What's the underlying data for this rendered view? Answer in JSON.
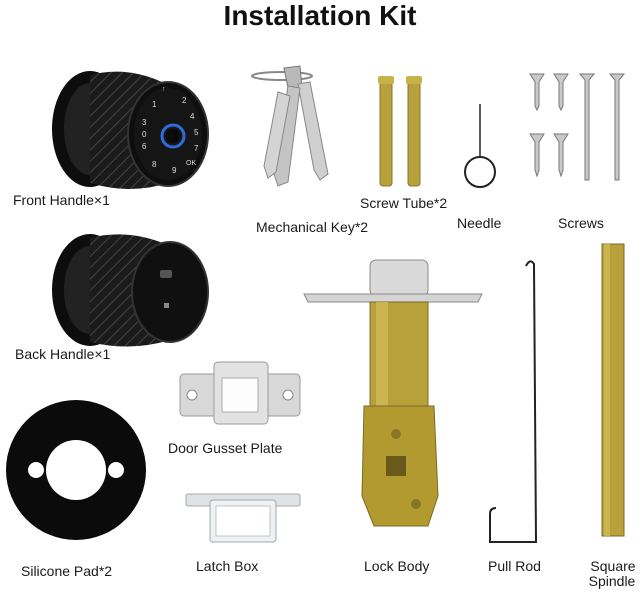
{
  "title": "Installation Kit",
  "items": {
    "front_handle": "Front Handle×1",
    "back_handle": "Back Handle×1",
    "silicone_pad": "Silicone Pad*2",
    "mechanical_key": "Mechanical Key*2",
    "screw_tube": "Screw Tube*2",
    "needle": "Needle",
    "screws": "Screws",
    "door_gusset_plate": "Door Gusset Plate",
    "latch_box": "Latch Box",
    "lock_body": "Lock Body",
    "pull_rod": "Pull Rod",
    "square_spindle_line1": "Square",
    "square_spindle_line2": "Spindle"
  },
  "keypad": {
    "keys": [
      "↑",
      "1",
      "2",
      "3",
      "4",
      "5",
      "6",
      "7",
      "8",
      "9",
      "0",
      "OK"
    ]
  },
  "colors": {
    "brass": "#b8a03a",
    "silver": "#c9c9c9",
    "black": "#111111",
    "blue_ring": "#2f6bd8"
  }
}
